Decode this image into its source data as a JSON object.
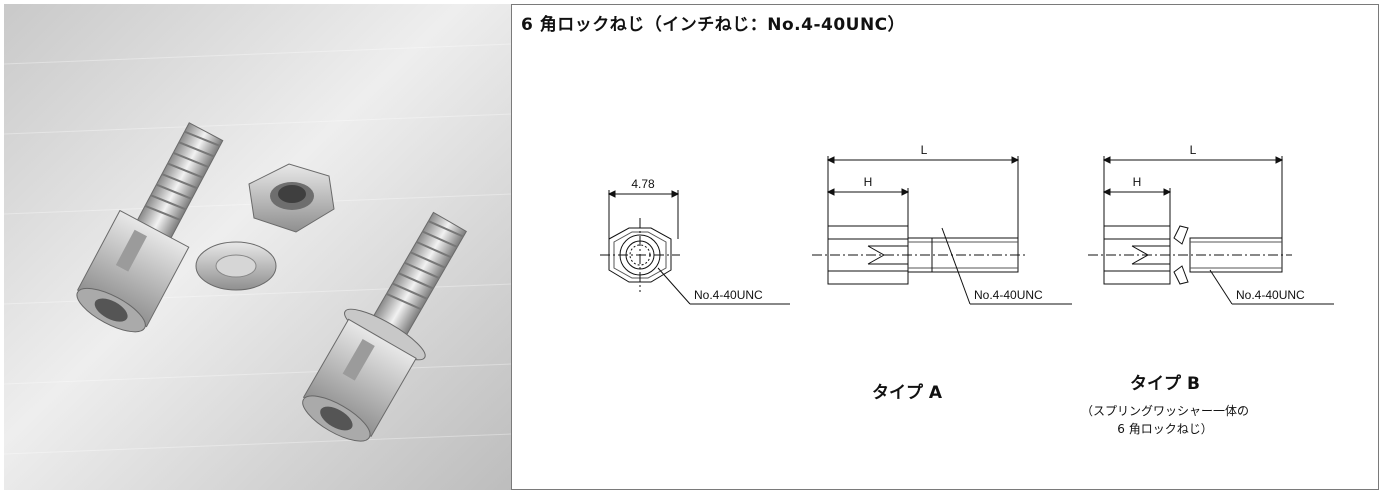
{
  "title": "6 角ロックねじ（インチねじ：No.4-40UNC）",
  "photo": {
    "alt": "product-photo"
  },
  "dims": {
    "width_label": "4.78",
    "thread_front": "No.4-40UNC",
    "A": {
      "L": "L",
      "H": "H",
      "thread": "No.4-40UNC"
    },
    "B": {
      "L": "L",
      "H": "H",
      "thread": "No.4-40UNC"
    }
  },
  "captions": {
    "typeA": "タイプ A",
    "typeB": "タイプ B",
    "typeB_note_line1": "（スプリングワッシャー一体の",
    "typeB_note_line2": "6 角ロックねじ）"
  }
}
